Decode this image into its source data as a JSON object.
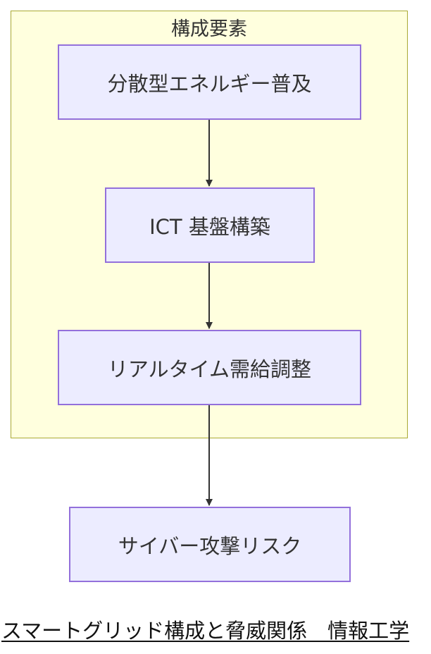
{
  "cluster": {
    "title": "構成要素"
  },
  "nodes": {
    "n1": "分散型エネルギー普及",
    "n2": "ICT 基盤構築",
    "n3": "リアルタイム需給調整",
    "n4": "サイバー攻撃リスク"
  },
  "caption": "スマートグリッド構成と脅威関係　情報工学",
  "colors": {
    "cluster_fill": "#ffffde",
    "cluster_border": "#aaaa33",
    "node_fill": "#ececff",
    "node_border": "#9370db",
    "edge": "#333333"
  }
}
